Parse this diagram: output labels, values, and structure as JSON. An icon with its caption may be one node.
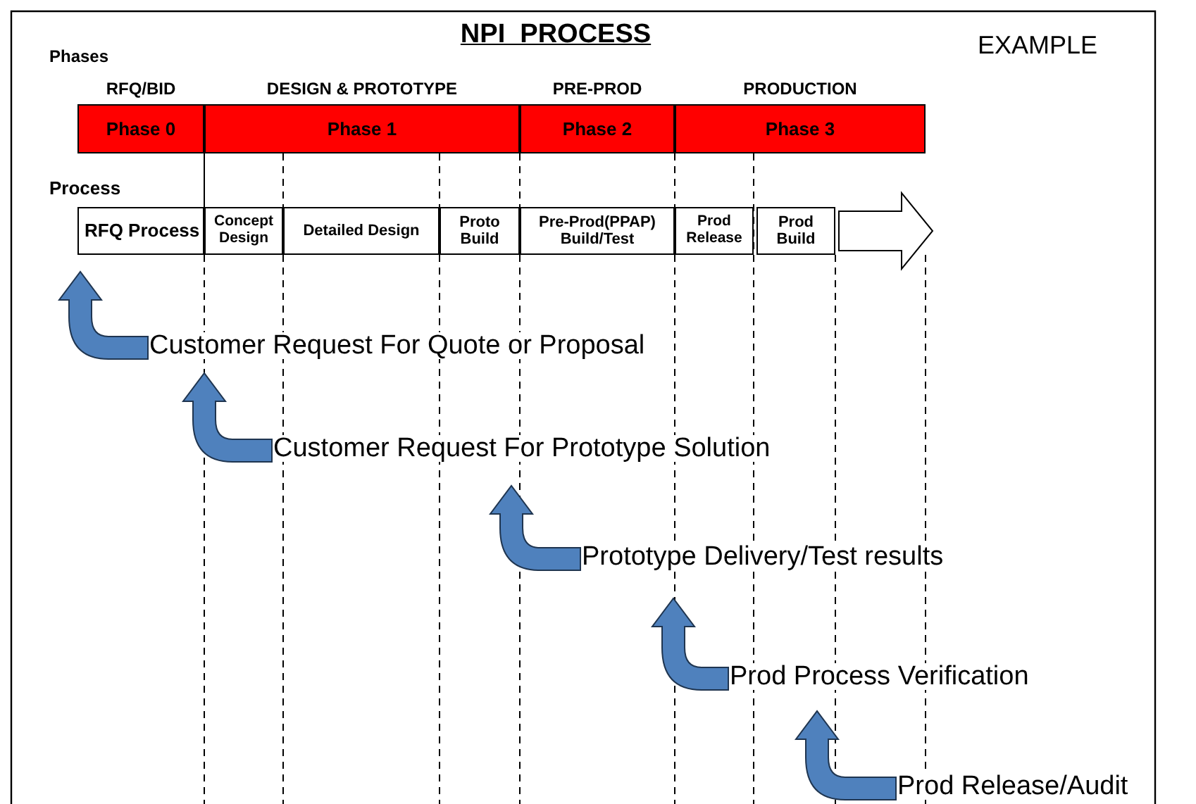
{
  "diagram": {
    "title": "NPI  PROCESS",
    "nodes": [
      {
        "text": [
          "Phase 0"
        ],
        "beside": [
          "RFQ/BID"
        ]
      },
      {
        "text": [
          "Phase 1"
        ],
        "beside": [
          "DESIGN & PROTOTYPE"
        ]
      },
      {
        "text": [
          "Phase 2"
        ],
        "beside": [
          "PRE-PROD"
        ]
      },
      {
        "text": [
          "Phase 3"
        ],
        "beside": [
          "PRODUCTION"
        ]
      },
      {
        "text": [
          "RFQ Process"
        ]
      },
      {
        "text": [
          "Concept Design"
        ]
      },
      {
        "text": [
          "Detailed Design"
        ]
      },
      {
        "text": [
          "Proto Build"
        ]
      },
      {
        "text": [
          "Pre-Prod(PPAP) Build/Test"
        ]
      },
      {
        "text": [
          "Prod Release"
        ]
      },
      {
        "text": [
          "Prod Build"
        ]
      }
    ],
    "labels": [
      "EXAMPLE",
      "Phases",
      "Process",
      "Customer Request For Quote or Proposal",
      "Customer Request For Prototype Solution",
      "Prototype Delivery/Test results",
      "Prod Process Verification",
      "Prod Release/Audit"
    ]
  }
}
